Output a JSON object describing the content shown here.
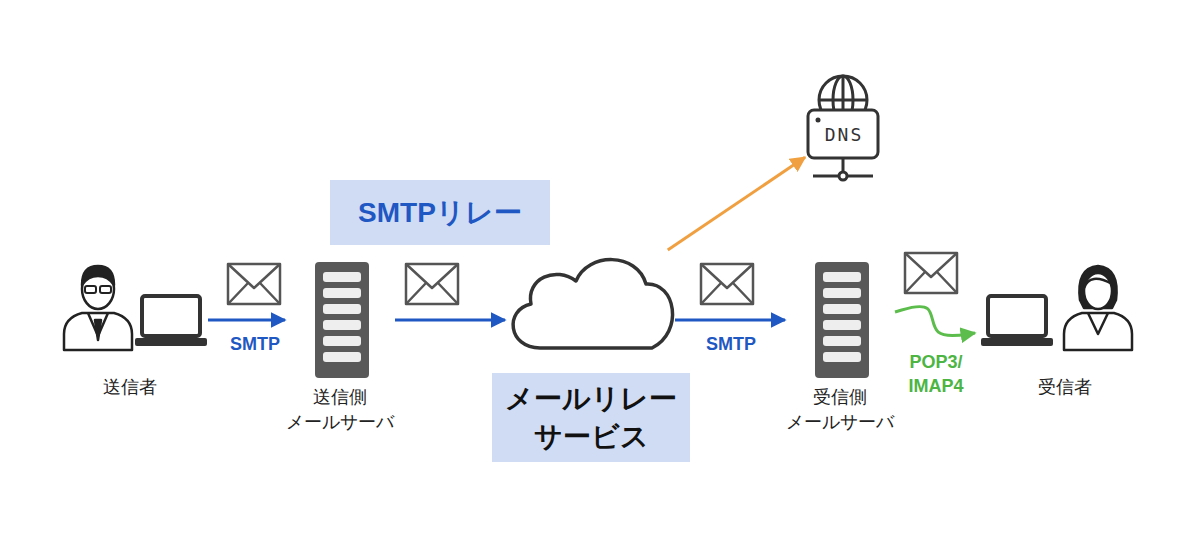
{
  "diagram": {
    "nodes": [
      {
        "text": [
          "送信者"
        ]
      },
      {
        "text": [
          "送信側 メールサーバ"
        ]
      },
      {
        "text": [
          "SMTPリレー"
        ]
      },
      {
        "text": [
          "メールリレー サービス"
        ]
      },
      {
        "text": [
          "DNS"
        ]
      },
      {
        "text": [
          "受信側 メールサーバ"
        ]
      },
      {
        "text": [
          "受信者"
        ]
      }
    ],
    "edges": [
      {
        "from": 0,
        "to": 1,
        "arrow": "to",
        "label": "SMTP"
      },
      {
        "from": 1,
        "to": 3,
        "arrow": "to"
      },
      {
        "from": 3,
        "to": 4,
        "arrow": "to"
      },
      {
        "from": 3,
        "to": 5,
        "arrow": "to",
        "label": "SMTP"
      },
      {
        "from": 5,
        "to": 6,
        "arrow": "to",
        "label": "POP3/ IMAP4"
      }
    ]
  }
}
